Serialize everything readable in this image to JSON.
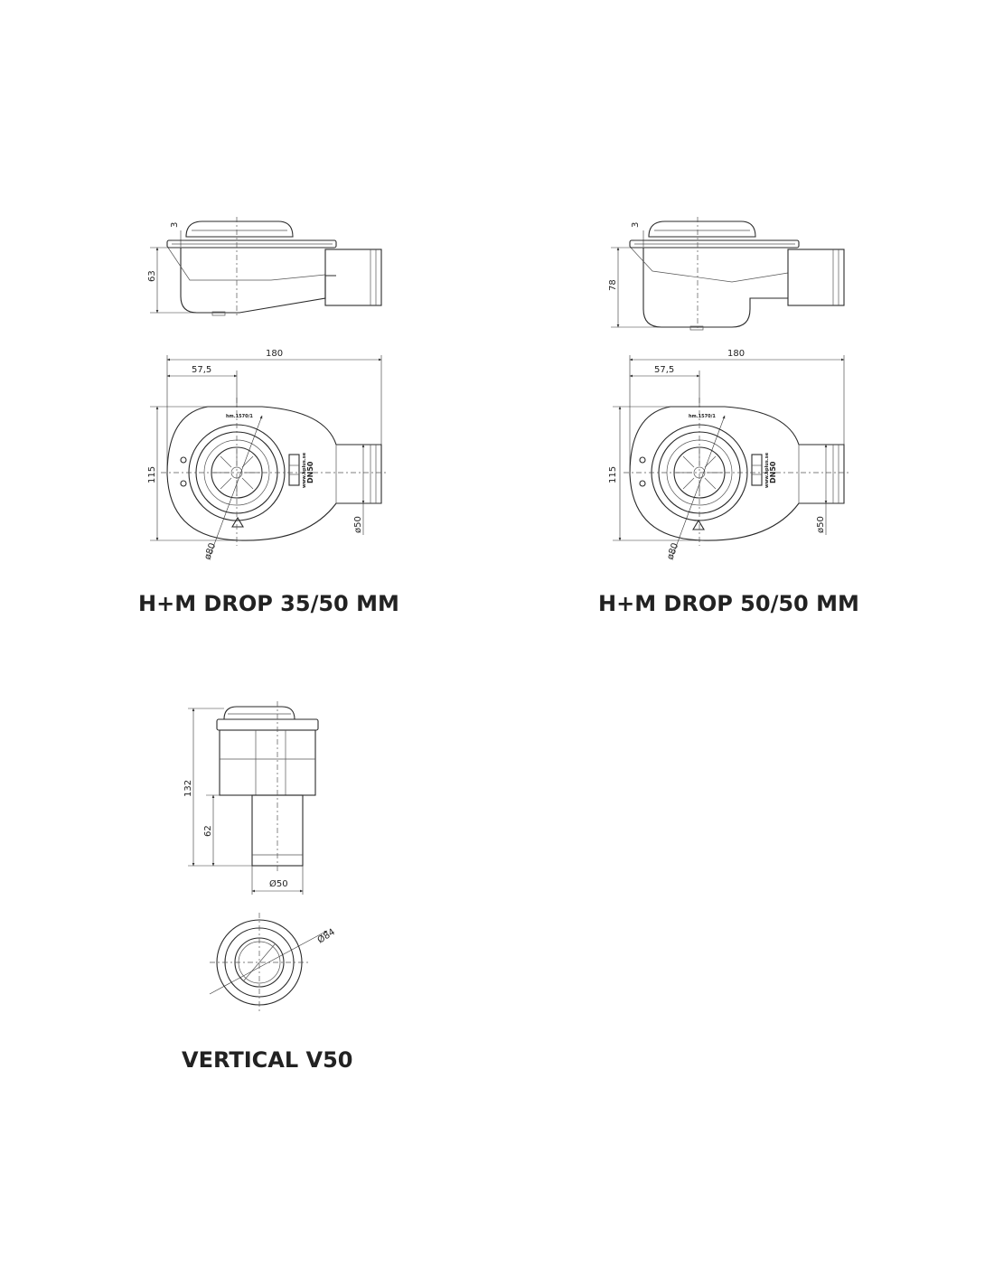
{
  "drawings": [
    {
      "title": "H+M DROP 35/50 MM",
      "side_dims": {
        "lip": "3",
        "height": "63"
      },
      "top_dims": {
        "width": "180",
        "offset": "57,5",
        "depth": "115",
        "outlet_dia": "ø50",
        "bowl_dia": "ø80"
      },
      "labels": {
        "model": "hm.1570/1",
        "dn": "DN50",
        "web": "www.hplus.se"
      }
    },
    {
      "title": "H+M DROP 50/50 MM",
      "side_dims": {
        "lip": "3",
        "height": "78"
      },
      "top_dims": {
        "width": "180",
        "offset": "57,5",
        "depth": "115",
        "outlet_dia": "ø50",
        "bowl_dia": "ø80"
      },
      "labels": {
        "model": "hm.1570/1",
        "dn": "DN50",
        "web": "www.hplus.se"
      }
    },
    {
      "title": "VERTICAL V50",
      "side_dims": {
        "total_height": "132",
        "pipe_height": "62",
        "pipe_dia": "Ø50"
      },
      "top_dims": {
        "flange_dia": "Ø84"
      }
    }
  ],
  "colors": {
    "line": "#2a2a2a",
    "text": "#222222"
  }
}
